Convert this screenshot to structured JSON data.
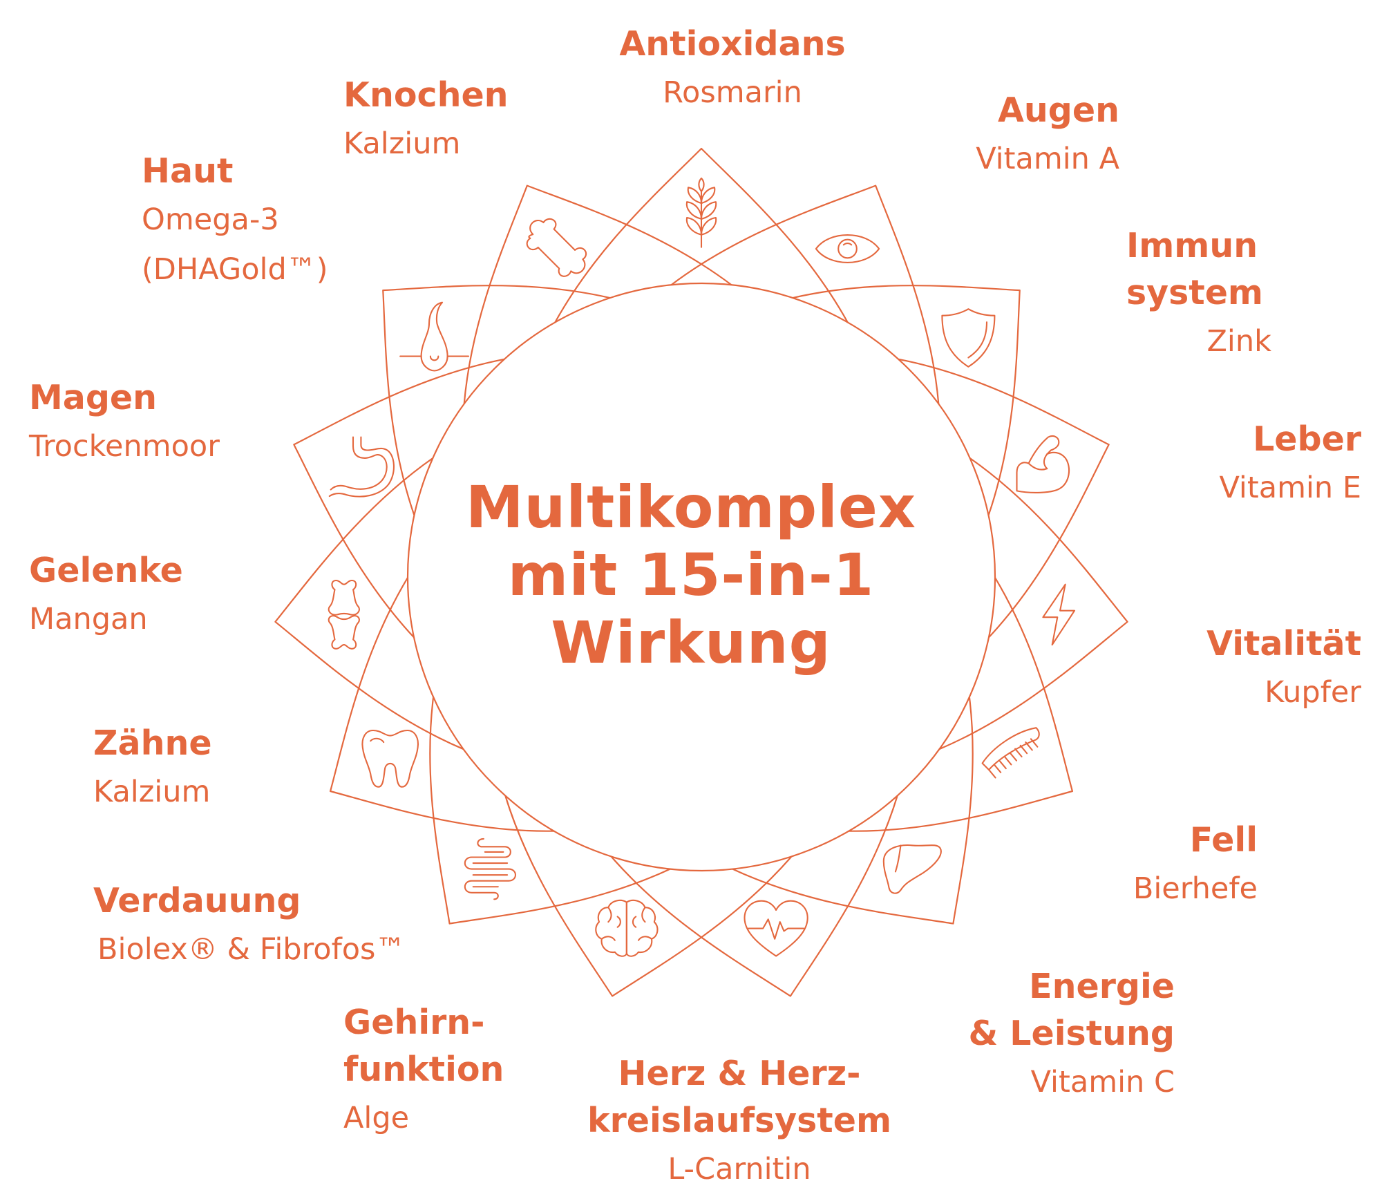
{
  "center_title": "Multikomplex\nmit 15-in-1\nWirkung",
  "colors": {
    "accent": "#e4683e",
    "background": "#ffffff"
  },
  "petals": [
    {
      "icon": "leaves-icon",
      "title": "Antioxidans",
      "subtitle": "Rosmarin"
    },
    {
      "icon": "eye-icon",
      "title": "Augen",
      "subtitle": "Vitamin A"
    },
    {
      "icon": "shield-icon",
      "title": "Immun\nsystem",
      "subtitle": "Zink"
    },
    {
      "icon": "flexed-arm-icon",
      "title": "Leber",
      "subtitle": "Vitamin E"
    },
    {
      "icon": "lightning-icon",
      "title": "Vitalität",
      "subtitle": "Kupfer"
    },
    {
      "icon": "comb-icon",
      "title": "Fell",
      "subtitle": "Bierhefe"
    },
    {
      "icon": "liver-icon",
      "title": "Energie\n& Leistung",
      "subtitle": "Vitamin C"
    },
    {
      "icon": "heart-pulse-icon",
      "title": "Herz & Herz-\nkreislaufsystem",
      "subtitle": "L-Carnitin"
    },
    {
      "icon": "brain-icon",
      "title": "Gehirn-\nfunktion",
      "subtitle": "Alge"
    },
    {
      "icon": "intestine-icon",
      "title": "Verdauung",
      "subtitle": "Biolex® & Fibrofos™"
    },
    {
      "icon": "tooth-icon",
      "title": "Zähne",
      "subtitle": "Kalzium"
    },
    {
      "icon": "joint-icon",
      "title": "Gelenke",
      "subtitle": "Mangan"
    },
    {
      "icon": "stomach-icon",
      "title": "Magen",
      "subtitle": "Trockenmoor"
    },
    {
      "icon": "hair-follicle-icon",
      "title": "Haut",
      "subtitle": "Omega-3\n(DHAGold™)"
    },
    {
      "icon": "bone-icon",
      "title": "Knochen",
      "subtitle": "Kalzium"
    }
  ]
}
